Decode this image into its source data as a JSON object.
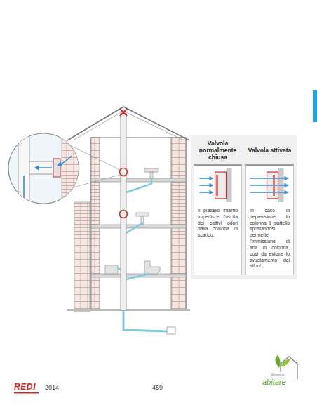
{
  "diagram": {
    "nodes": [
      {
        "text": [
          "Valvola normalmente chiusa",
          "Il piattello interno impedisce l'uscita dei cattivi odori dalla colonna di scarico."
        ]
      },
      {
        "text": [
          "Valvola attivata",
          "In caso di depressione in colonna il piattello spostandosi permette l'immissione di aria in colonna, così da evitare lo svuotamento dei sifoni."
        ]
      }
    ],
    "labels": [
      "REDI",
      "2014",
      "459",
      "divisione",
      "abitare"
    ]
  }
}
